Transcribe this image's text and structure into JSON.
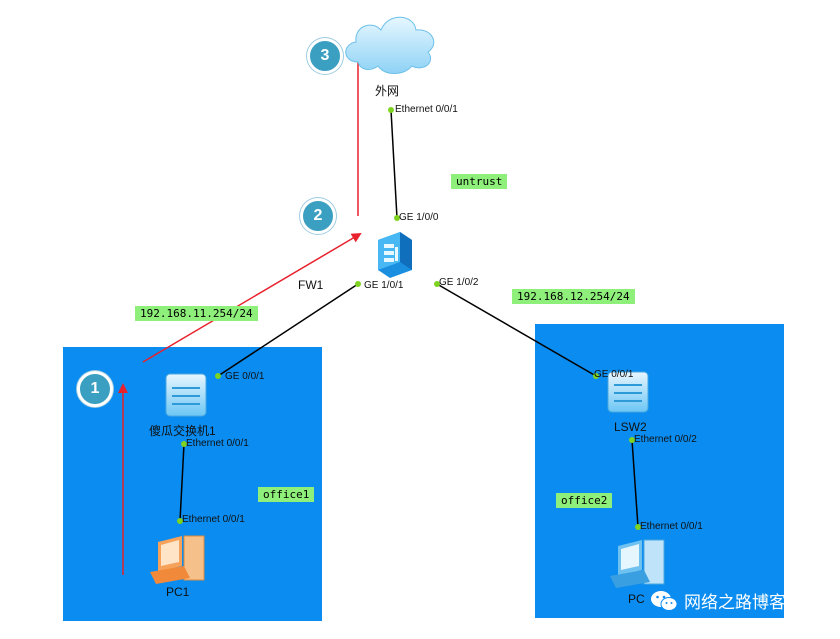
{
  "colors": {
    "zone": "#0a8cf0",
    "tag_bg": "#8ef07a",
    "arrow": "#e8212c",
    "port_dot": "#7ed321",
    "step_bg": "#3a9fc0"
  },
  "nodes": {
    "internet": {
      "label": "外网",
      "icon": "cloud-icon"
    },
    "fw": {
      "label": "FW1",
      "icon": "firewall-icon"
    },
    "sw1": {
      "label": "傻瓜交换机1",
      "icon": "switch-icon"
    },
    "lsw2": {
      "label": "LSW2",
      "icon": "switch-icon"
    },
    "pc1": {
      "label": "PC1",
      "icon": "pc-icon"
    },
    "pc2": {
      "label": "PC",
      "icon": "pc-icon"
    }
  },
  "ports": {
    "internet_eth": "Ethernet 0/0/1",
    "fw_ge100": "GE 1/0/0",
    "fw_ge101": "GE 1/0/1",
    "fw_ge102": "GE 1/0/2",
    "sw1_ge": "GE 0/0/1",
    "sw1_eth": "Ethernet 0/0/1",
    "pc1_eth": "Ethernet 0/0/1",
    "lsw2_ge": "GE 0/0/1",
    "lsw2_eth": "Ethernet 0/0/2",
    "pc2_eth": "Ethernet 0/0/1"
  },
  "tags": {
    "untrust": "untrust",
    "ip1": "192.168.11.254/24",
    "ip2": "192.168.12.254/24",
    "office1": "office1",
    "office2": "office2"
  },
  "steps": [
    "1",
    "2",
    "3"
  ],
  "watermark": "网络之路博客"
}
